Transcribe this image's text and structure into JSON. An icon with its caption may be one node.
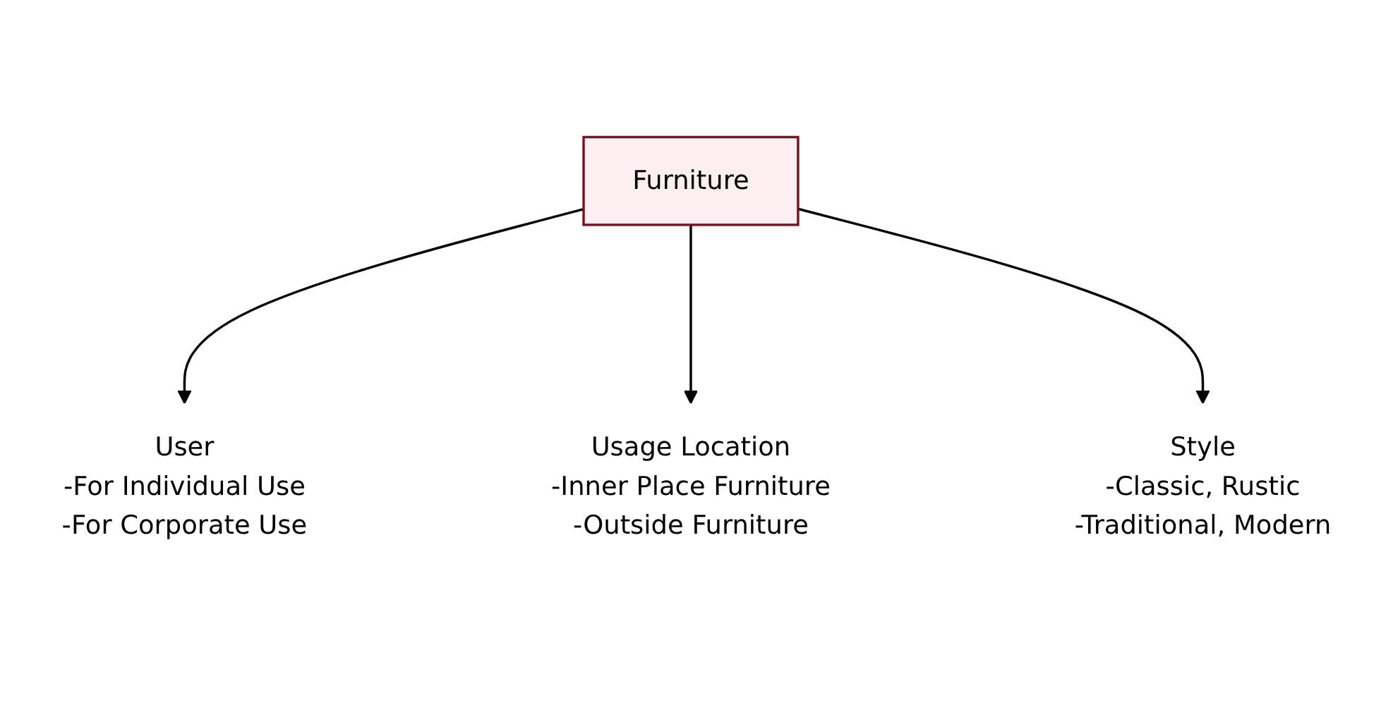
{
  "diagram": {
    "nodes": [
      {
        "text": [
          "Furniture"
        ]
      },
      {
        "text": [
          "User",
          "-For Individual Use",
          "-For Corporate Use"
        ]
      },
      {
        "text": [
          "Usage Location",
          "-Inner Place Furniture",
          "-Outside Furniture"
        ]
      },
      {
        "text": [
          "Style",
          "-Classic, Rustic",
          "-Traditional, Modern"
        ]
      }
    ],
    "edges": [
      {
        "from": 0,
        "to": 1,
        "arrow": "to"
      },
      {
        "from": 0,
        "to": 2,
        "arrow": "to"
      },
      {
        "from": 0,
        "to": 3,
        "arrow": "to"
      }
    ]
  }
}
